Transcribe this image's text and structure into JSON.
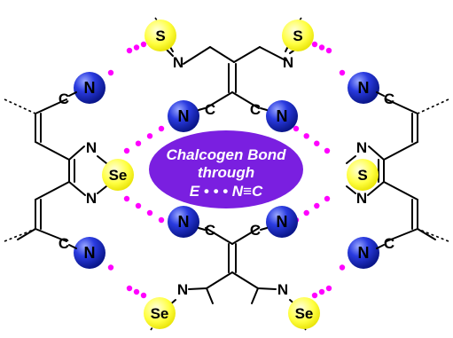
{
  "label": {
    "line1": "Chalcogen Bond",
    "line2": "through",
    "line3": "E • • • N≡C"
  },
  "elements": {
    "nitrogen": "N",
    "carbon": "C",
    "sulfur": "S",
    "selenium": "Se"
  },
  "colors": {
    "nitrogen_sphere": "#2233dd",
    "chalcogen_sphere": "#ffff33",
    "dots": "#ff00ff",
    "label_ellipse": "#7a1fe0"
  }
}
